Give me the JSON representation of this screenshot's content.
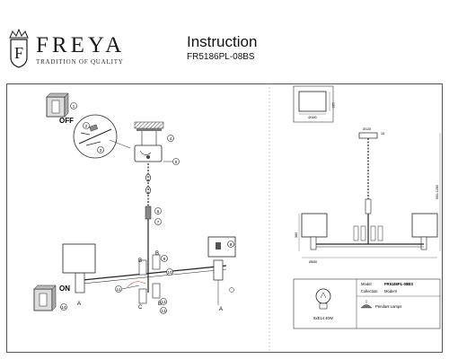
{
  "brand": {
    "name": "FREYA",
    "tagline": "TRADITION OF QUALITY",
    "logo_letter": "F"
  },
  "header": {
    "title": "Instruction",
    "model": "FR5186PL-08BS"
  },
  "steps": {
    "switch_off_label": "OFF",
    "switch_on_label": "ON",
    "numbers": [
      "1",
      "2",
      "3",
      "4",
      "5",
      "6",
      "7",
      "8",
      "9",
      "10",
      "11",
      "12",
      "13",
      "14"
    ],
    "parts": {
      "A": "A",
      "B": "B",
      "C": "C"
    }
  },
  "drawing": {
    "canopy_diameter": "Ø120",
    "canopy_height": "15",
    "shade_diameter": "Ø160",
    "shade_height": "120",
    "arm_height": "360",
    "total_height": "900-1260",
    "total_width": "Ø650"
  },
  "info": {
    "bulb": "8xE14 40W",
    "model_label": "Model:",
    "model_value": "FR5186PL-08BS",
    "collection_label": "Collection:",
    "collection_value": "Modern",
    "type_value": "Pendant Lamps"
  },
  "colors": {
    "line": "#2a2a2a",
    "text": "#1a1a1a",
    "accent_red": "#c0392b"
  }
}
